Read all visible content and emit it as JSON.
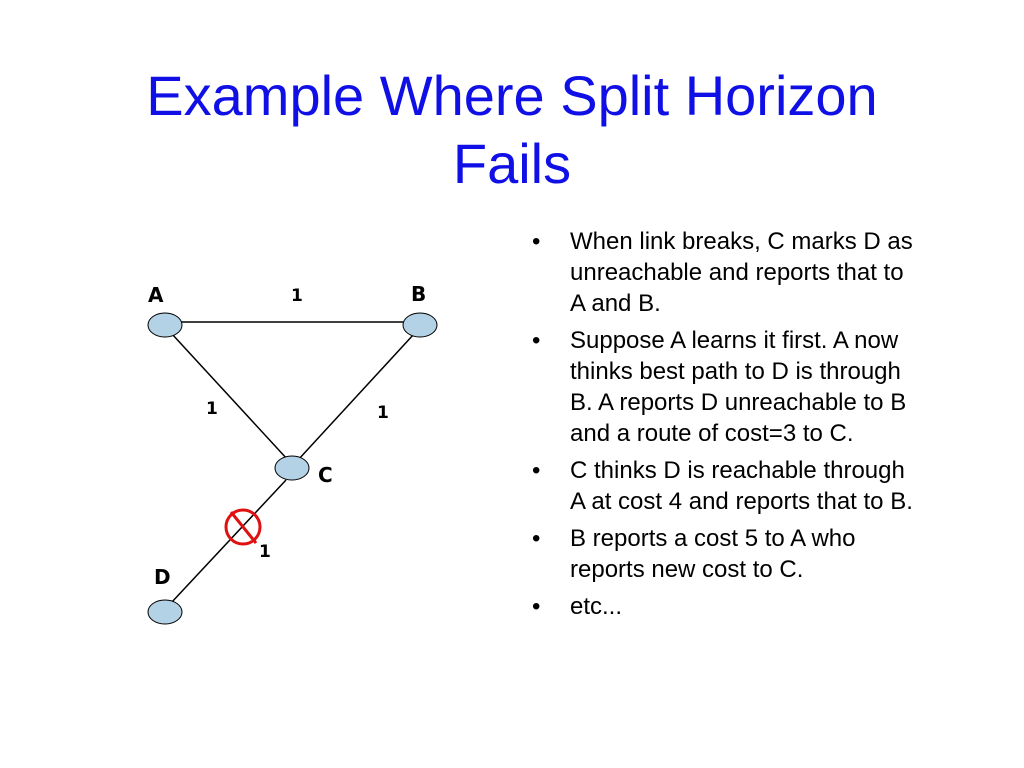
{
  "title": {
    "line1": "Example Where Split Horizon",
    "line2": "Fails"
  },
  "diagram": {
    "nodes": [
      "A",
      "B",
      "C",
      "D"
    ],
    "edges": [
      {
        "from": "A",
        "to": "B",
        "cost": "1"
      },
      {
        "from": "A",
        "to": "C",
        "cost": "1"
      },
      {
        "from": "B",
        "to": "C",
        "cost": "1"
      },
      {
        "from": "C",
        "to": "D",
        "cost": "1",
        "broken": true
      }
    ],
    "node_color": "#b4d2e6",
    "break_color": "#e01010"
  },
  "bullets": [
    "When link breaks, C marks D as unreachable and reports that to A and B.",
    "Suppose A learns it first. A now thinks best path to D is through B. A reports D unreachable to B and a route of cost=3 to C.",
    "C thinks D is reachable through A at cost 4 and reports that to B.",
    "B reports a cost 5 to A who reports new cost to C.",
    "etc..."
  ],
  "bullet_glyph": "•",
  "title_color": "#1010e6"
}
